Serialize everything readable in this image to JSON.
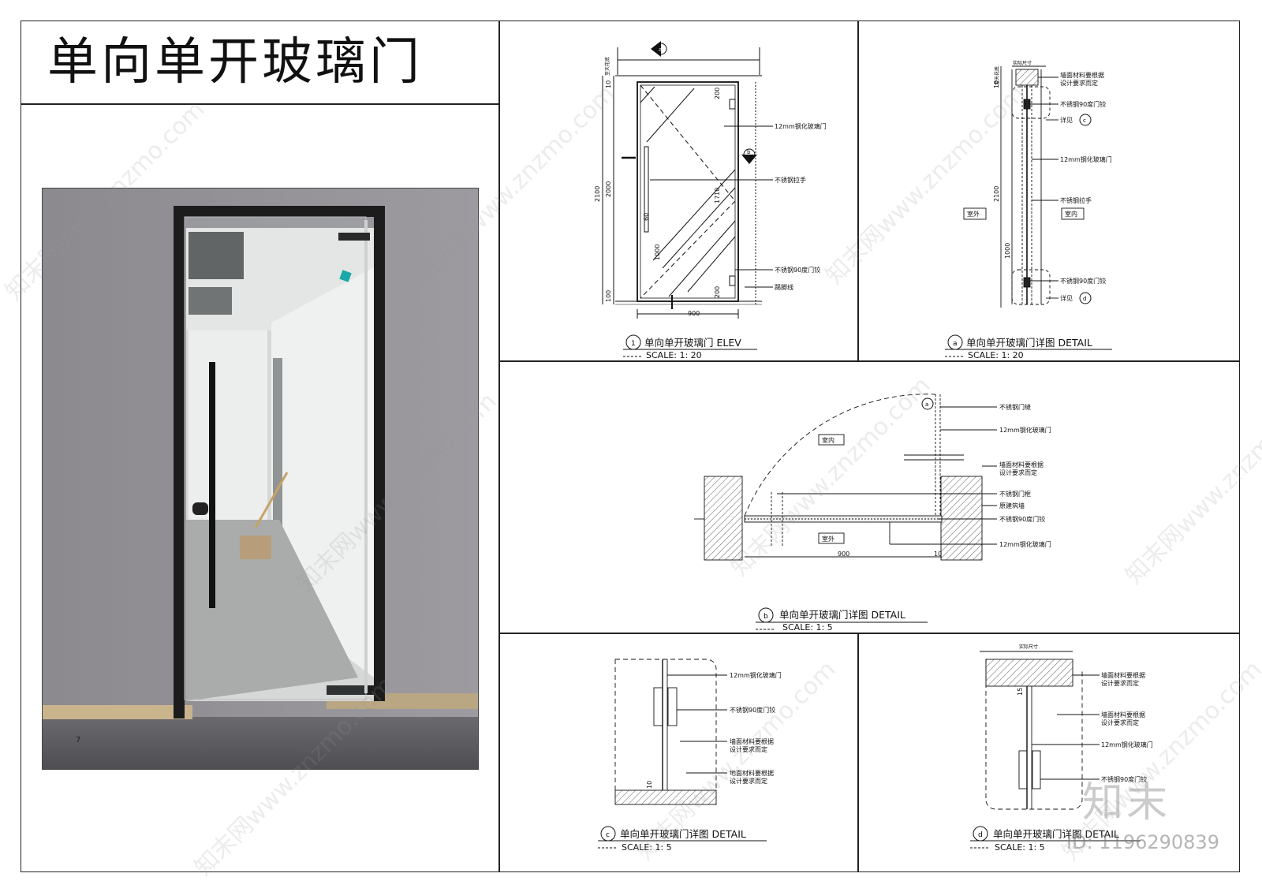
{
  "title": "单向单开玻璃门",
  "labels": {
    "glass_12mm": "12mm钢化玻璃门",
    "ss_handle": "不锈钢拉手",
    "ss_hinge_90": "不锈钢90度门铰",
    "skirting": "踢脚线",
    "wall_material": "墙面材料要根据",
    "wall_material_2": "设计要求而定",
    "floor_material": "地面材料要根据",
    "see_detail": "详见",
    "outdoor": "室外",
    "indoor": "室内",
    "ss_door_gap": "不锈钢门缝",
    "ss_door_frame": "不锈钢门框",
    "original_wall": "原建筑墙",
    "actual_size": "实际尺寸",
    "ceiling_text": "至天花底"
  },
  "dims": {
    "d10": "10",
    "d200": "200",
    "d2100": "2100",
    "d2000": "2000",
    "d1710": "1710",
    "d60": "60",
    "d1000": "1000",
    "d100": "100",
    "d900": "900",
    "d15": "15"
  },
  "markers": {
    "a": "a",
    "b": "b",
    "c": "c",
    "d": "d",
    "one": "1"
  },
  "captions": {
    "elev": {
      "num": "1",
      "title": "单向单开玻璃门   ELEV",
      "scale": "SCALE: 1: 20"
    },
    "a": {
      "num": "a",
      "title": "单向单开玻璃门详图   DETAIL",
      "scale": "SCALE: 1: 20"
    },
    "b": {
      "num": "b",
      "title": "单向单开玻璃门详图   DETAIL",
      "scale": "SCALE: 1: 5"
    },
    "c": {
      "num": "c",
      "title": "单向单开玻璃门详图   DETAIL",
      "scale": "SCALE: 1: 5"
    },
    "d": {
      "num": "d",
      "title": "单向单开玻璃门详图   DETAIL",
      "scale": "SCALE: 1: 5"
    }
  },
  "photo_marker": "7",
  "watermark": "知末网www.znzmo.com",
  "logo": "知末",
  "id_tag": "ID: 1196290839"
}
